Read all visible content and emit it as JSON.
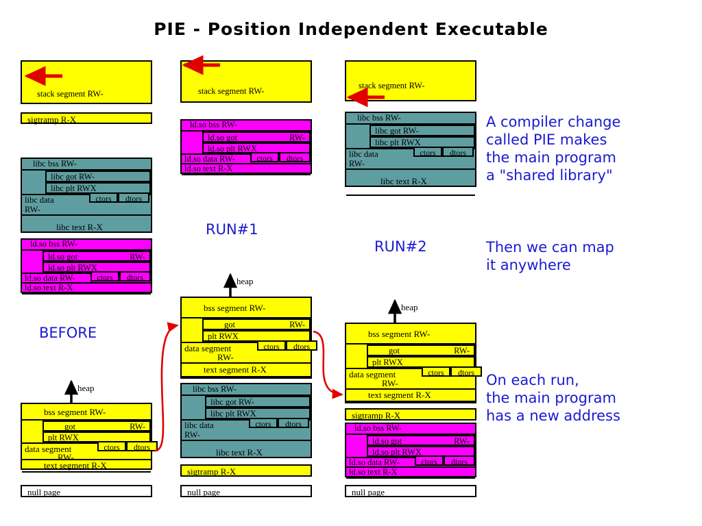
{
  "title": "PIE - Position Independent Executable",
  "colors": {
    "stack_yellow": "#ffff00",
    "libc_teal": "#5f9ea0",
    "ldso_magenta": "#ff00ff",
    "null_white": "#ffffff",
    "arrow_red": "#e00000",
    "annotation_blue": "#1a1ad0"
  },
  "labels": {
    "before": "BEFORE",
    "run1": "RUN#1",
    "run2": "RUN#2",
    "heap": "heap"
  },
  "annotations": {
    "para1": "A compiler change\ncalled PIE makes\nthe main program\na \"shared library\"",
    "para2": "Then we can map\nit anywhere",
    "para3": "On each run,\nthe main program\nhas a new address"
  },
  "segments": {
    "stack": "stack segment RW-",
    "sigtramp": "sigtramp R-X",
    "null_page": "null page",
    "libc_bss": "libc bss RW-",
    "libc_got": "libc got   RW-",
    "libc_plt": "libc plt   RWX",
    "libc_data": "libc data",
    "libc_data_perm": "RW-",
    "libc_text": "libc text R-X",
    "ldso_bss": "ld.so bss RW-",
    "ldso_got": "ld.so got",
    "ldso_got_perm": "RW-",
    "ldso_plt": "ld.so plt   RWX",
    "ldso_data": "ld.so data RW-",
    "ldso_text": "ld.so text  R-X",
    "bss_segment": "bss segment RW-",
    "got": "got",
    "got_perm": "RW-",
    "plt": "plt   RWX",
    "data_segment": "data segment",
    "data_segment_perm": "RW-",
    "text_segment": "text segment R-X",
    "ctors": "ctors",
    "dtors": "dtors"
  },
  "columns": [
    {
      "name": "before",
      "label": "BEFORE",
      "blocks": [
        "stack",
        "sigtramp",
        "libc",
        "ldso",
        "heap-arrow",
        "main-program",
        "null-page"
      ]
    },
    {
      "name": "run1",
      "label": "RUN#1",
      "blocks": [
        "stack",
        "ldso",
        "heap-arrow",
        "main-program",
        "libc",
        "sigtramp",
        "null-page"
      ]
    },
    {
      "name": "run2",
      "label": "RUN#2",
      "blocks": [
        "stack",
        "libc",
        "heap-arrow",
        "main-program",
        "sigtramp",
        "ldso",
        "null-page"
      ]
    }
  ]
}
